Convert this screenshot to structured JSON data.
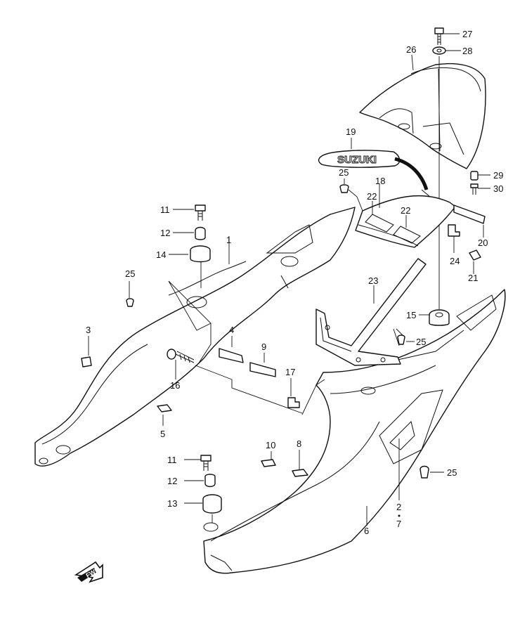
{
  "diagram": {
    "emblem_text": "SUZUKI",
    "direction_badge": "FWD",
    "callouts": [
      {
        "id": "c27",
        "text": "27"
      },
      {
        "id": "c28",
        "text": "28"
      },
      {
        "id": "c26",
        "text": "26"
      },
      {
        "id": "c19",
        "text": "19"
      },
      {
        "id": "c29",
        "text": "29"
      },
      {
        "id": "c30",
        "text": "30"
      },
      {
        "id": "c25a",
        "text": "25"
      },
      {
        "id": "c18",
        "text": "18"
      },
      {
        "id": "c22a",
        "text": "22"
      },
      {
        "id": "c22b",
        "text": "22"
      },
      {
        "id": "c20",
        "text": "20"
      },
      {
        "id": "c11a",
        "text": "11"
      },
      {
        "id": "c12a",
        "text": "12"
      },
      {
        "id": "c1",
        "text": "1"
      },
      {
        "id": "c14",
        "text": "14"
      },
      {
        "id": "c24",
        "text": "24"
      },
      {
        "id": "c21",
        "text": "21"
      },
      {
        "id": "c25b",
        "text": "25"
      },
      {
        "id": "c23",
        "text": "23"
      },
      {
        "id": "c15",
        "text": "15"
      },
      {
        "id": "c3",
        "text": "3"
      },
      {
        "id": "c4",
        "text": "4"
      },
      {
        "id": "c9",
        "text": "9"
      },
      {
        "id": "c25c",
        "text": "25"
      },
      {
        "id": "c16",
        "text": "16"
      },
      {
        "id": "c17",
        "text": "17"
      },
      {
        "id": "c5",
        "text": "5"
      },
      {
        "id": "c10",
        "text": "10"
      },
      {
        "id": "c8",
        "text": "8"
      },
      {
        "id": "c11b",
        "text": "11"
      },
      {
        "id": "c12b",
        "text": "12"
      },
      {
        "id": "c25d",
        "text": "25"
      },
      {
        "id": "c2",
        "text": "2"
      },
      {
        "id": "c7",
        "text": "7"
      },
      {
        "id": "c13",
        "text": "13"
      },
      {
        "id": "c6",
        "text": "6"
      }
    ]
  }
}
